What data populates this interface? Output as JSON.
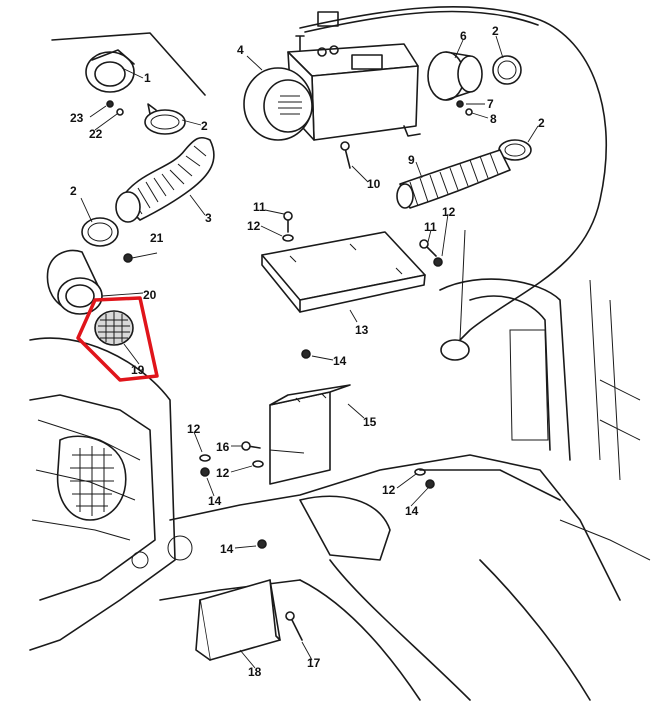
{
  "diagram": {
    "highlight_color": "#e0151b",
    "highlighted_item": "19",
    "callouts": [
      {
        "label": "1"
      },
      {
        "label": "2"
      },
      {
        "label": "3"
      },
      {
        "label": "4"
      },
      {
        "label": "6"
      },
      {
        "label": "7"
      },
      {
        "label": "8"
      },
      {
        "label": "9"
      },
      {
        "label": "10"
      },
      {
        "label": "11"
      },
      {
        "label": "12"
      },
      {
        "label": "13"
      },
      {
        "label": "14"
      },
      {
        "label": "15"
      },
      {
        "label": "16"
      },
      {
        "label": "17"
      },
      {
        "label": "18"
      },
      {
        "label": "19"
      },
      {
        "label": "20"
      },
      {
        "label": "21"
      },
      {
        "label": "22"
      },
      {
        "label": "23"
      }
    ]
  }
}
